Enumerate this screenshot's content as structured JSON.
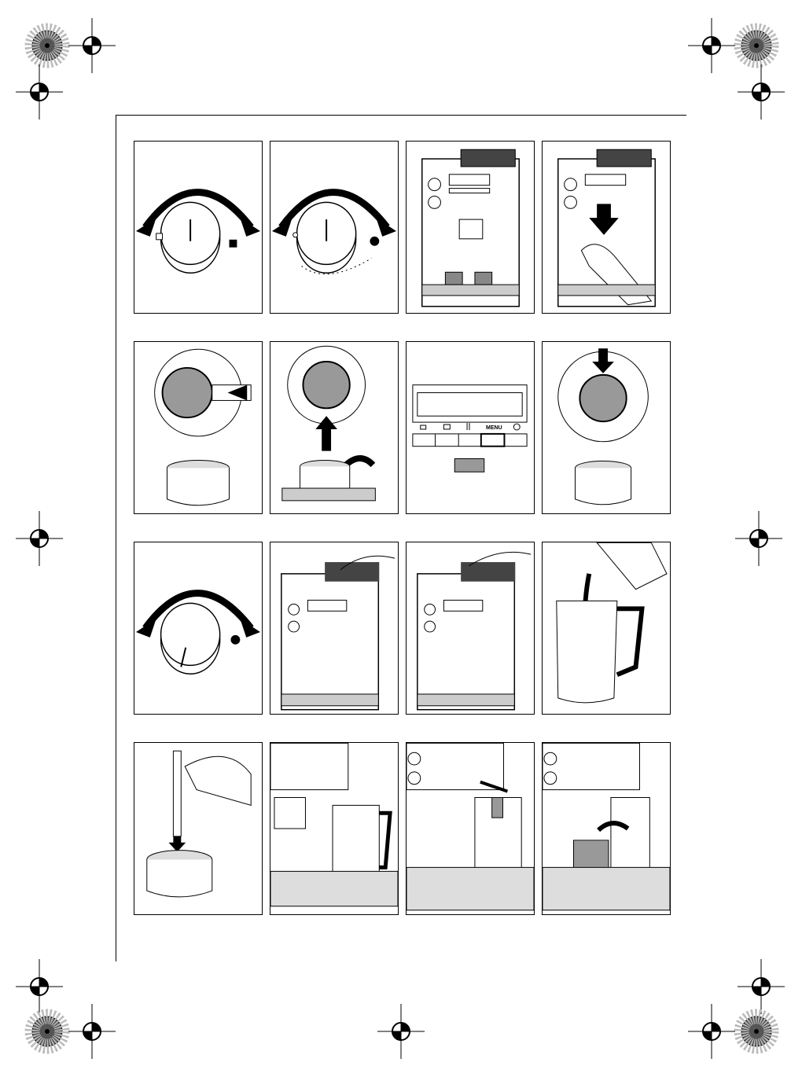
{
  "panels": {
    "control_panel": {
      "menu_label": "MENU"
    }
  },
  "icons": [
    "registration-mark",
    "color-wheel",
    "dial",
    "rotate-arrow",
    "coffee-machine",
    "cup-icon",
    "two-cups-icon",
    "steam-icon",
    "power-icon",
    "milk-jug",
    "cappuccinatore"
  ],
  "colors": {
    "line": "#000000",
    "fill_grey": "#9a9a9a",
    "background": "#ffffff"
  }
}
